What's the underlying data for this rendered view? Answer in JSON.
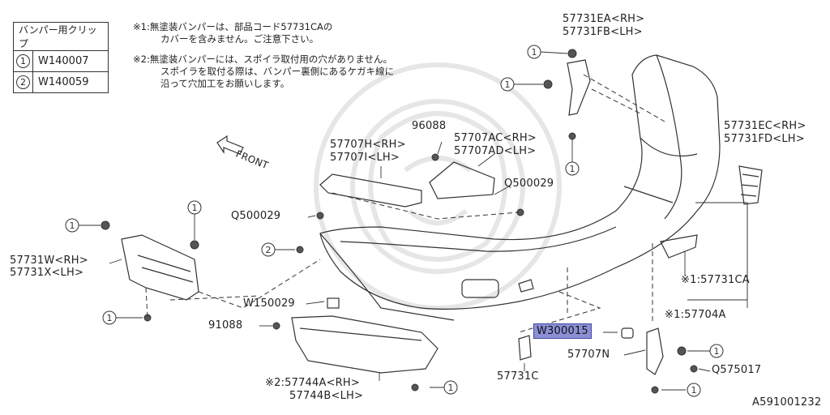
{
  "clip_table": {
    "header": "バンパー用クリップ",
    "rows": [
      {
        "num": "1",
        "code": "W140007"
      },
      {
        "num": "2",
        "code": "W140059"
      }
    ]
  },
  "notes": {
    "n1_line1": "※1:無塗装バンパーは、部品コード57731CAの",
    "n1_line2": "カバーを含みません。ご注意下さい。",
    "n2_line1": "※2:無塗装バンパーには、スポイラ取付用の穴がありません。",
    "n2_line2": "スポイラを取付る際は、バンパー裏側にあるケガキ線に",
    "n2_line3": "沿って穴加工をお願いします。"
  },
  "labels": {
    "p57731EA": "57731EA<RH>",
    "p57731FB": "57731FB<LH>",
    "p57731EC": "57731EC<RH>",
    "p57731FD": "57731FD<LH>",
    "p96088": "96088",
    "p57707AC": "57707AC<RH>",
    "p57707AD": "57707AD<LH>",
    "p57707H": "57707H<RH>",
    "p57707I": "57707I<LH>",
    "front": "FRONT",
    "pQ500029a": "Q500029",
    "pQ500029b": "Q500029",
    "p57731W": "57731W<RH>",
    "p57731X": "57731X<LH>",
    "pW150029": "W150029",
    "p91088": "91088",
    "p57731CA": "※1:57731CA",
    "p57704A": "※1:57704A",
    "pW300015": "W300015",
    "p57707N": "57707N",
    "pQ575017": "Q575017",
    "p57731C": "57731C",
    "p57744A": "※2:57744A<RH>",
    "p57744B": "57744B<LH>",
    "diagram_id": "A591001232"
  },
  "callouts": {
    "one": "1",
    "two": "2"
  },
  "colors": {
    "line": "#333333",
    "highlight": "#8b8fd6",
    "watermark": "#e6e6e6"
  }
}
